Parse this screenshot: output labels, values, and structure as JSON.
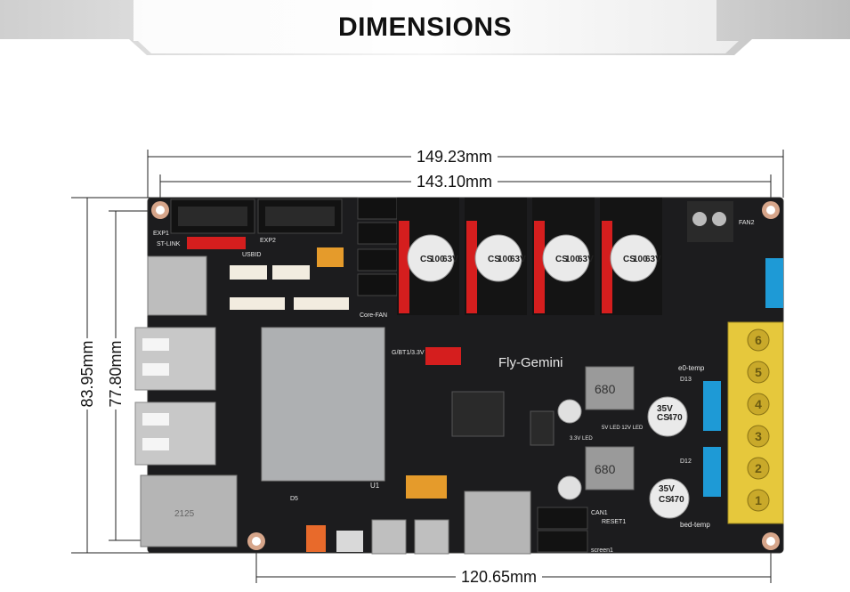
{
  "header": {
    "title": "DIMENSIONS"
  },
  "dimensions": {
    "overall_width": "149.23mm",
    "hole_width": "143.10mm",
    "bottom_hole_width": "120.65mm",
    "overall_height": "83.95mm",
    "hole_height": "77.80mm"
  },
  "board": {
    "name": "Fly-Gemini",
    "labels": {
      "exp1": "EXP1",
      "exp2": "EXP2",
      "stlink": "ST-LINK",
      "usbid": "USBID",
      "core_fan": "Core-FAN",
      "gbt": "G/BT1/3.3V",
      "e0temp": "e0-temp",
      "bedtemp": "bed-temp",
      "fan2": "FAN2",
      "can1": "CAN1",
      "reset": "RESET1",
      "screen": "screen1",
      "led": "5V LED 12V LED",
      "led33": "3.3V LED",
      "u1": "U1",
      "d5": "D5",
      "d13": "D13",
      "d12": "D12",
      "rj": "2125",
      "ind": "680",
      "cap_top": [
        "CS",
        "100",
        "63V"
      ],
      "cap_small": [
        "CS",
        "470",
        "35V"
      ],
      "terminal": [
        "6",
        "5",
        "4",
        "3",
        "2",
        "1"
      ]
    }
  }
}
